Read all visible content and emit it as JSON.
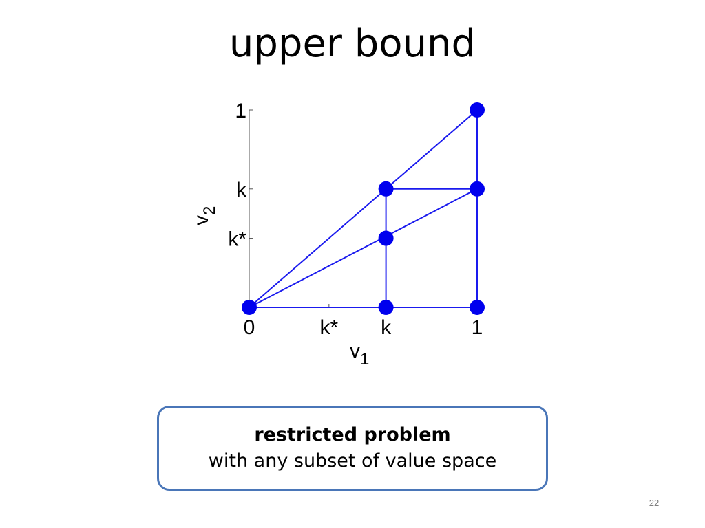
{
  "slide": {
    "title": "upper bound",
    "page_number": "22"
  },
  "diagram": {
    "x_axis": {
      "label": "v",
      "subscript": "1",
      "ticks": [
        "0",
        "k*",
        "k",
        "1"
      ]
    },
    "y_axis": {
      "label": "v",
      "subscript": "2",
      "ticks": [
        "k*",
        "k",
        "1"
      ]
    },
    "parameters": {
      "k": 0.6,
      "k_star": 0.35
    },
    "nodes": [
      {
        "id": "origin",
        "x": 0,
        "y": 0
      },
      {
        "id": "k0",
        "x": 0.6,
        "y": 0
      },
      {
        "id": "one0",
        "x": 1,
        "y": 0
      },
      {
        "id": "kkstar",
        "x": 0.6,
        "y": 0.35
      },
      {
        "id": "kk",
        "x": 0.6,
        "y": 0.6
      },
      {
        "id": "onek",
        "x": 1,
        "y": 0.6
      },
      {
        "id": "oneone",
        "x": 1,
        "y": 1
      }
    ],
    "edges": [
      [
        "origin",
        "one0"
      ],
      [
        "origin",
        "oneone"
      ],
      [
        "origin",
        "onek"
      ],
      [
        "k0",
        "kk"
      ],
      [
        "one0",
        "oneone"
      ],
      [
        "kk",
        "onek"
      ]
    ],
    "colors": {
      "node": "#0000ee",
      "edge": "#1a1aee",
      "axis": "#555555"
    }
  },
  "callout": {
    "title": "restricted problem",
    "body": "with any subset of value space"
  }
}
